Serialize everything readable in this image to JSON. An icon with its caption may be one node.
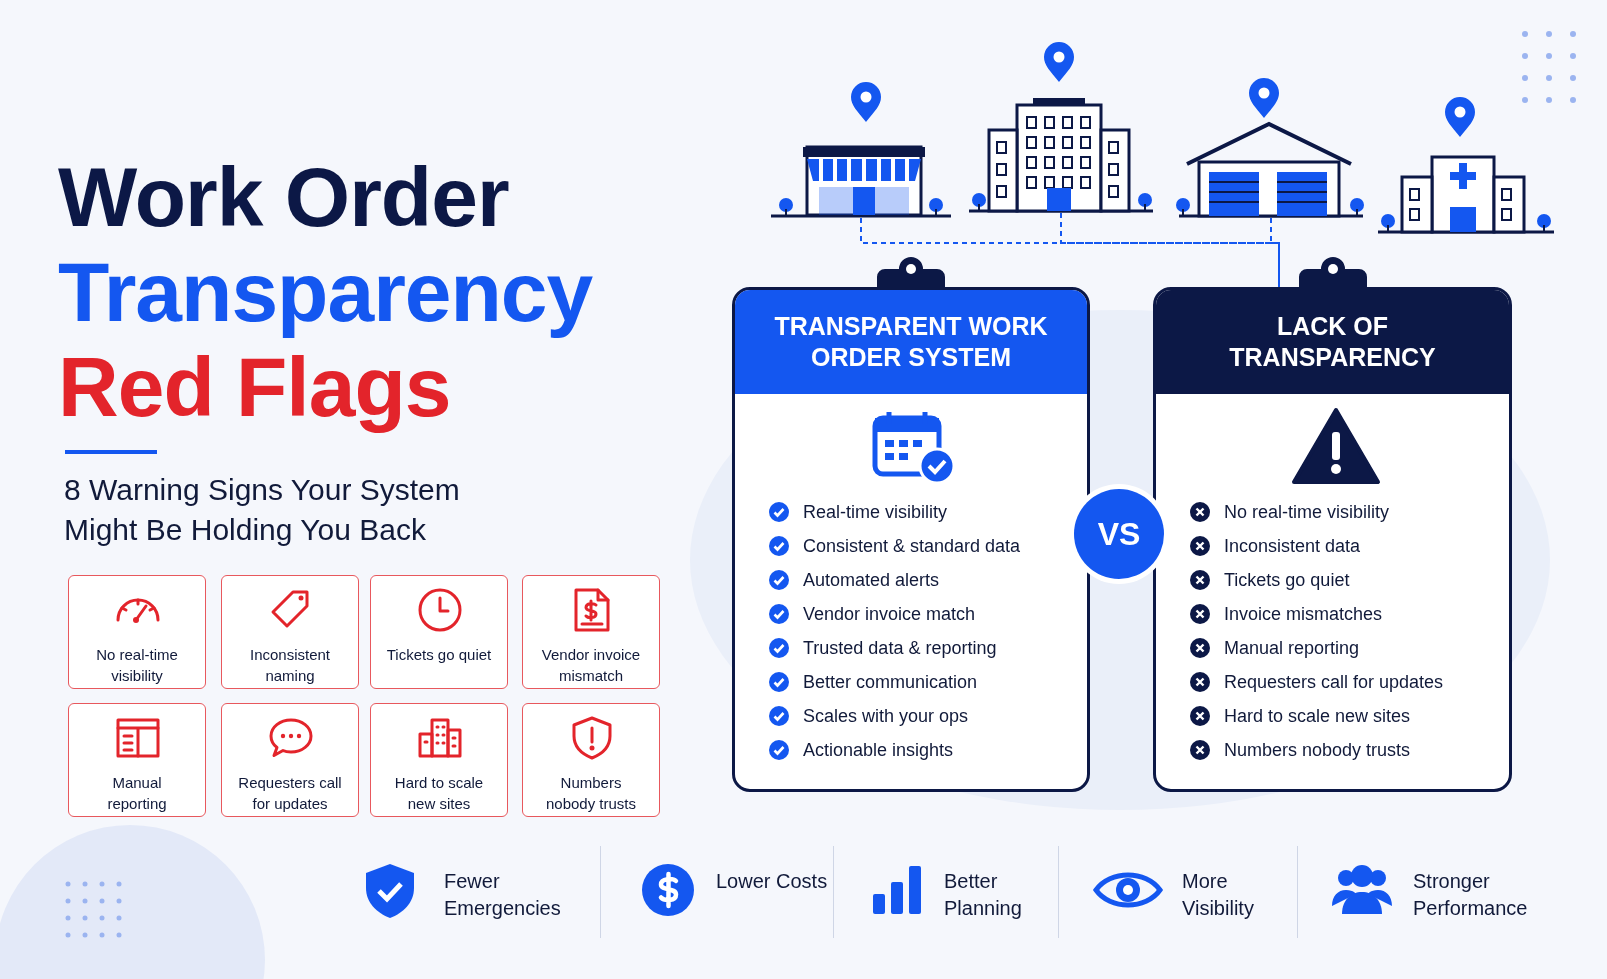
{
  "diagram": {
    "title": "Work Order Transparency Red Flags",
    "caption": "8 Warning Signs Your System Might Be Holding You Back",
    "nodes": [
      {
        "text": [],
        "shape": "picture"
      },
      {
        "text": [],
        "shape": "picture"
      },
      {
        "text": [],
        "shape": "picture"
      },
      {
        "text": [],
        "shape": "picture"
      },
      {
        "text": [
          "TRANSPARENT WORK ORDER SYSTEM",
          "Real-time visibility",
          "Consistent & standard data",
          "Automated alerts",
          "Vendor invoice match",
          "Trusted data & reporting",
          "Better communication",
          "Scales with your ops",
          "Actionable insights"
        ]
      },
      {
        "text": [
          "LACK OF TRANSPARENCY",
          "No real-time visibility",
          "Inconsistent data",
          "Tickets go quiet",
          "Invoice mismatches",
          "Manual reporting",
          "Requesters call for updates",
          "Hard to scale new sites",
          "Numbers nobody trusts"
        ]
      },
      {
        "text": [
          "VS"
        ]
      },
      {
        "text": [
          "No real-time visibility"
        ]
      },
      {
        "text": [
          "Inconsistent naming"
        ]
      },
      {
        "text": [
          "Tickets go quiet"
        ]
      },
      {
        "text": [
          "Vendor invoice mismatch"
        ]
      },
      {
        "text": [
          "Manual reporting"
        ]
      },
      {
        "text": [
          "Requesters call for updates"
        ]
      },
      {
        "text": [
          "Hard to scale new sites"
        ]
      },
      {
        "text": [
          "Numbers nobody trusts"
        ]
      }
    ],
    "edges": [
      {
        "from": 0,
        "to": 5,
        "arrow": "none",
        "style": "dashed"
      },
      {
        "from": 1,
        "to": 5,
        "arrow": "none",
        "style": "dashed"
      },
      {
        "from": 2,
        "to": 5,
        "arrow": "none",
        "style": "dashed"
      }
    ],
    "labels": [
      "Fewer Emergencies",
      "Lower Costs",
      "Better Planning",
      "More Visibility",
      "Stronger Performance"
    ]
  }
}
